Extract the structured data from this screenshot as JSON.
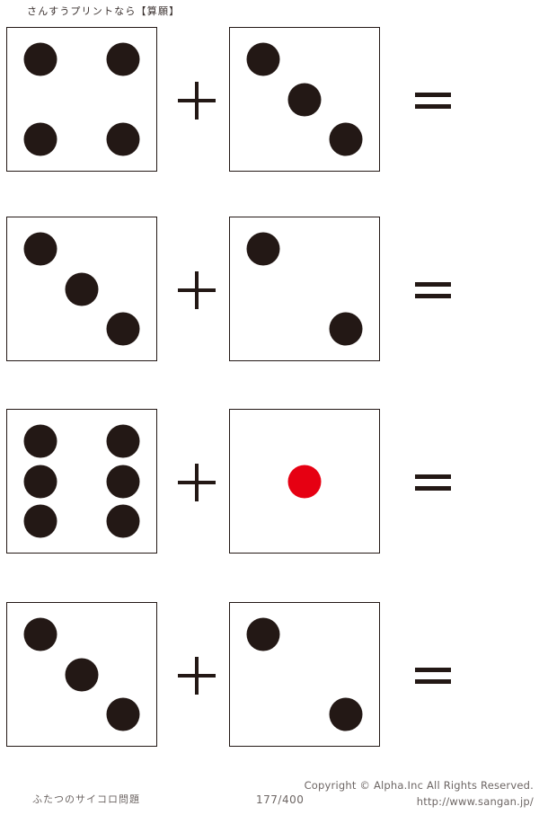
{
  "header": {
    "title": "さんすうプリントなら【算願】"
  },
  "worksheet": {
    "operator_plus": "+",
    "operator_equals": "=",
    "rows": [
      {
        "index": 1,
        "left_die": {
          "value": 4,
          "pip_color": "#231815",
          "layout": "corners"
        },
        "right_die": {
          "value": 3,
          "pip_color": "#231815",
          "layout": "diagonal"
        }
      },
      {
        "index": 2,
        "left_die": {
          "value": 3,
          "pip_color": "#231815",
          "layout": "diagonal"
        },
        "right_die": {
          "value": 2,
          "pip_color": "#231815",
          "layout": "diagonal"
        }
      },
      {
        "index": 3,
        "left_die": {
          "value": 6,
          "pip_color": "#231815",
          "layout": "two-columns"
        },
        "right_die": {
          "value": 1,
          "pip_color": "#e60012",
          "layout": "center"
        }
      },
      {
        "index": 4,
        "left_die": {
          "value": 3,
          "pip_color": "#231815",
          "layout": "diagonal"
        },
        "right_die": {
          "value": 2,
          "pip_color": "#231815",
          "layout": "diagonal"
        }
      }
    ]
  },
  "footer": {
    "subject": "ふたつのサイコロ問題",
    "page": "177/400",
    "copyright": "Copyright ©  Alpha.Inc All Rights Reserved.",
    "url": "http://www.sangan.jp/"
  },
  "colors": {
    "ink": "#231815",
    "red_pip": "#e60012",
    "footer_text": "#6d6664",
    "background": "#ffffff"
  }
}
